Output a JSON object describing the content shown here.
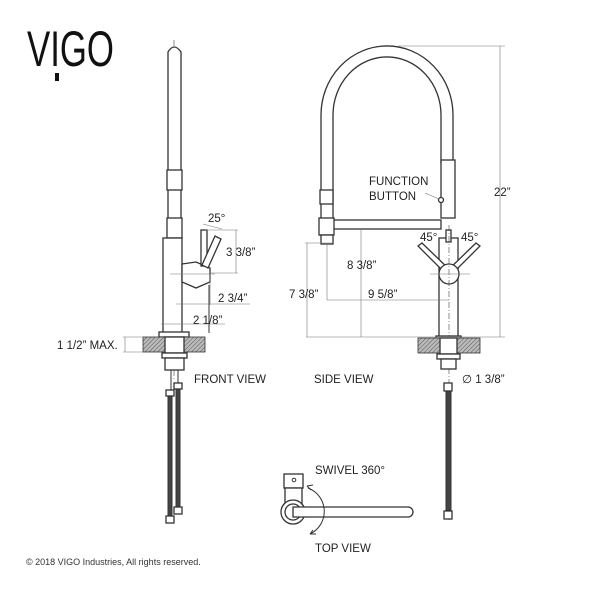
{
  "brand": {
    "logo": "VIGO"
  },
  "front_view": {
    "title": "FRONT VIEW",
    "handle_angle": "25°",
    "handle_height": "3 3/8”",
    "handle_offset": "2 3/4”",
    "body_diameter": "2 1/8”",
    "deck_thickness": "1 1/2” MAX."
  },
  "side_view": {
    "title": "SIDE VIEW",
    "function_button_line1": "FUNCTION",
    "function_button_line2": "BUTTON",
    "total_height": "22”",
    "handle_angle_left": "45°",
    "handle_angle_right": "45°",
    "spout_clearance": "8 3/8”",
    "outlet_height": "7 3/8”",
    "spout_reach": "9 5/8”",
    "hole_diameter": "∅ 1 3/8”"
  },
  "top_view": {
    "title": "TOP VIEW",
    "swivel": "SWIVEL 360°"
  },
  "footer": {
    "copyright": "© 2018 VIGO Industries, All rights reserved."
  }
}
